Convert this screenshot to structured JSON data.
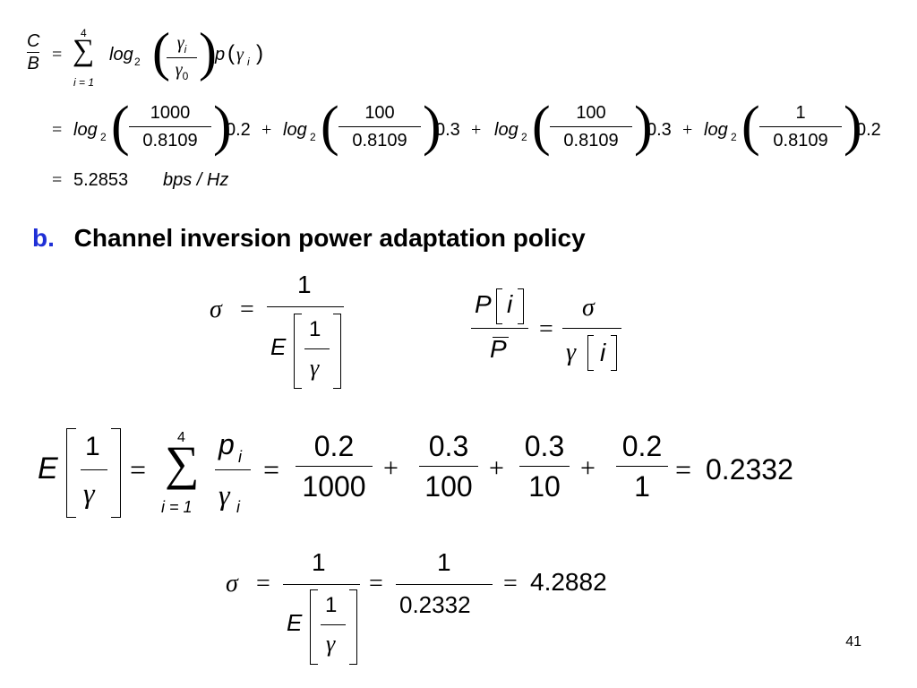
{
  "line1": {
    "lhs_num": "C",
    "lhs_den": "B",
    "eq": "=",
    "sum_top": "4",
    "sum_sym": "∑",
    "sum_bottom": "i = 1",
    "log": "log",
    "log_base": "2",
    "frac_num": "γ",
    "frac_num_sub": "i",
    "frac_den": "γ",
    "frac_den_sub": "0",
    "p": "p",
    "p_arg": "γ",
    "p_arg_sub": "i"
  },
  "line2": {
    "eq": "=",
    "terms": [
      {
        "log": "log",
        "base": "2",
        "num": "1000",
        "den": "0.8109",
        "coef": "0.2",
        "op": "+"
      },
      {
        "log": "log",
        "base": "2",
        "num": "100",
        "den": "0.8109",
        "coef": "0.3",
        "op": "+"
      },
      {
        "log": "log",
        "base": "2",
        "num": "100",
        "den": "0.8109",
        "coef": "0.3",
        "op": "+"
      },
      {
        "log": "log",
        "base": "2",
        "num": "1",
        "den": "0.8109",
        "coef": "0.2",
        "op": ""
      }
    ]
  },
  "line3": {
    "eq": "=",
    "value": "5.2853",
    "unit": "bps / Hz"
  },
  "section": {
    "marker": "b.",
    "title": "Channel inversion power adaptation policy"
  },
  "sigma_def": {
    "sigma": "σ",
    "eq": "=",
    "num": "1",
    "E": "E",
    "inner_num": "1",
    "inner_den": "γ"
  },
  "power_ratio": {
    "num_P": "P",
    "num_i": "i",
    "den_P": "P",
    "eq": "=",
    "rhs_num": "σ",
    "rhs_den_gamma": "γ",
    "rhs_den_i": "i"
  },
  "expectation": {
    "E": "E",
    "inner_num": "1",
    "inner_den": "γ",
    "eq": "=",
    "sum_top": "4",
    "sum_sym": "∑",
    "sum_bottom": "i = 1",
    "p": "p",
    "p_sub": "i",
    "g": "γ",
    "g_sub": "i",
    "eq2": "=",
    "fracs": [
      {
        "num": "0.2",
        "den": "1000"
      },
      {
        "num": "0.3",
        "den": "100"
      },
      {
        "num": "0.3",
        "den": "10"
      },
      {
        "num": "0.2",
        "den": "1"
      }
    ],
    "plus": "+",
    "eq3": "=",
    "result": "0.2332"
  },
  "sigma_calc": {
    "sigma": "σ",
    "eq": "=",
    "num": "1",
    "E": "E",
    "inner_num": "1",
    "inner_den": "γ",
    "eq2": "=",
    "num2": "1",
    "den2": "0.2332",
    "eq3": "=",
    "result": "4.2882"
  },
  "page_number": "41"
}
